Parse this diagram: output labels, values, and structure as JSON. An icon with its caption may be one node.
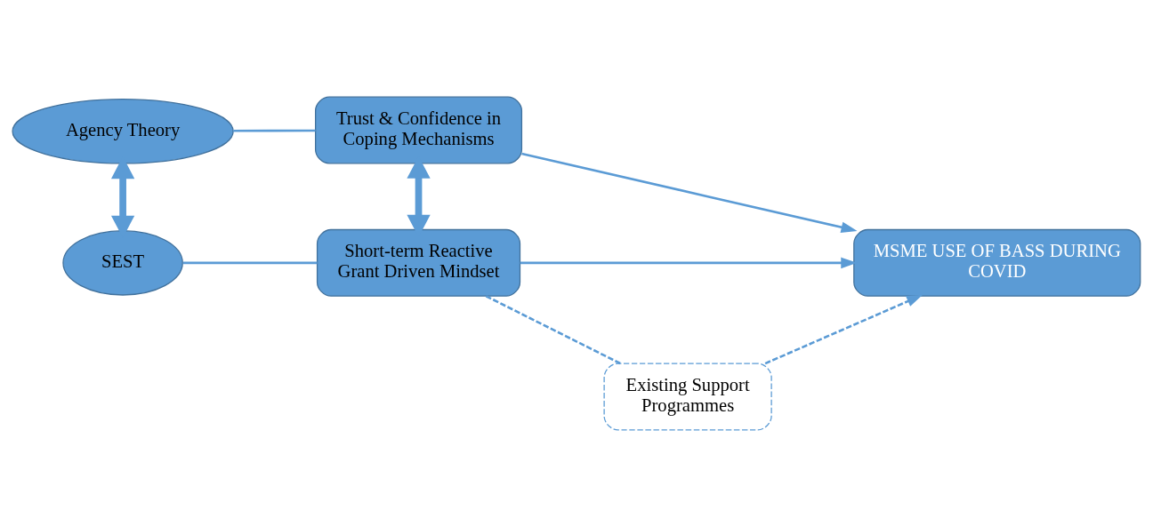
{
  "diagram": {
    "nodes": [
      {
        "text": [
          "Agency Theory"
        ]
      },
      {
        "text": [
          "Trust & Confidence in Coping Mechanisms"
        ]
      },
      {
        "text": [
          "SEST"
        ]
      },
      {
        "text": [
          "Short-term Reactive Grant Driven Mindset"
        ]
      },
      {
        "text": [
          "MSME USE OF BASS DURING COVID"
        ]
      },
      {
        "text": [
          "Existing Support Programmes"
        ]
      }
    ],
    "edges": [
      {
        "from": 0,
        "to": 1,
        "arrow": "none"
      },
      {
        "from": 0,
        "to": 2,
        "arrow": "both",
        "style": "thick"
      },
      {
        "from": 1,
        "to": 3,
        "arrow": "both",
        "style": "thick"
      },
      {
        "from": 2,
        "to": 3,
        "arrow": "none"
      },
      {
        "from": 1,
        "to": 4,
        "arrow": "to"
      },
      {
        "from": 3,
        "to": 4,
        "arrow": "to"
      },
      {
        "from": 3,
        "to": 5,
        "arrow": "none",
        "style": "dashed"
      },
      {
        "from": 5,
        "to": 4,
        "arrow": "to",
        "style": "dashed"
      }
    ]
  }
}
